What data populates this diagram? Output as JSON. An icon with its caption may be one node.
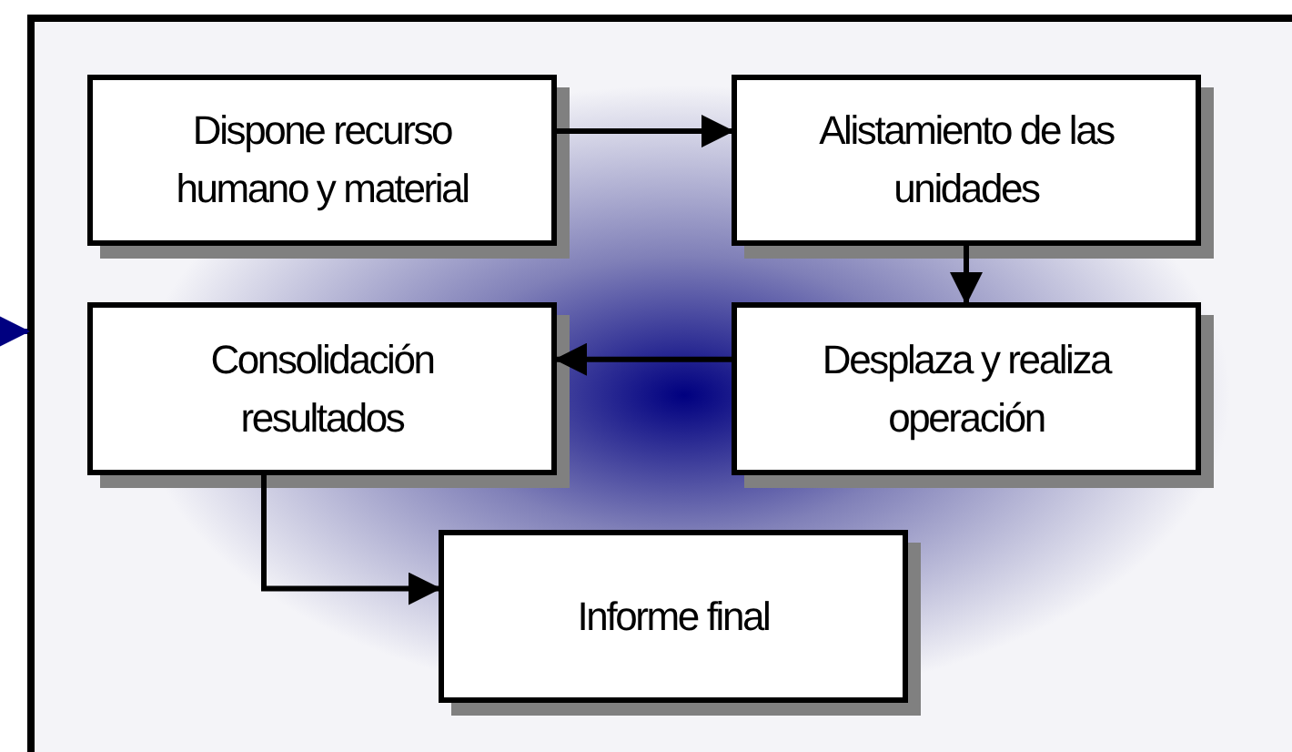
{
  "diagram": {
    "nodes": [
      {
        "text": [],
        "shape": "box"
      },
      {
        "text": [
          "Dispone recurso humano y material"
        ],
        "in": 0
      },
      {
        "text": [
          "Alistamiento de las unidades"
        ],
        "in": 0
      },
      {
        "text": [
          "Consolidación resultados"
        ],
        "in": 0
      },
      {
        "text": [
          "Desplaza y realiza operación"
        ],
        "in": 0
      },
      {
        "text": [
          "Informe final"
        ],
        "in": 0
      }
    ],
    "edges": [
      {
        "from": null,
        "to": 0,
        "arrow": "to",
        "color": "#000080"
      },
      {
        "from": 1,
        "to": 2,
        "arrow": "to"
      },
      {
        "from": 2,
        "to": 4,
        "arrow": "to"
      },
      {
        "from": 4,
        "to": 3,
        "arrow": "to"
      },
      {
        "from": 3,
        "to": 5,
        "arrow": "to"
      }
    ]
  }
}
